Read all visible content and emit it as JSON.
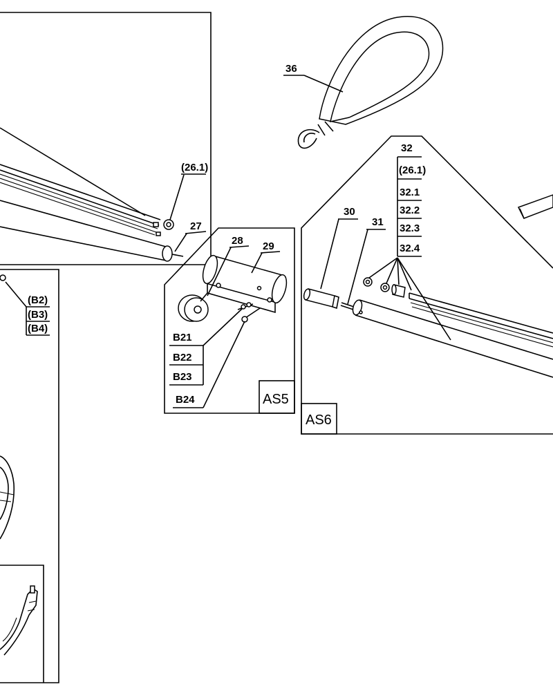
{
  "diagram": {
    "panel_labels": {
      "as5": "AS5",
      "as6": "AS6"
    },
    "labels": {
      "p36": "36",
      "p26_1_top": "(26.1)",
      "p27": "27",
      "p28": "28",
      "p29": "29",
      "p30": "30",
      "p31": "31",
      "p32": "32",
      "p32_26_1": "(26.1)",
      "p32_1": "32.1",
      "p32_2": "32.2",
      "p32_3": "32.3",
      "p32_4": "32.4",
      "b2": "(B2)",
      "b3": "(B3)",
      "b4": "(B4)",
      "b21": "B21",
      "b22": "B22",
      "b23": "B23",
      "b24": "B24"
    }
  }
}
